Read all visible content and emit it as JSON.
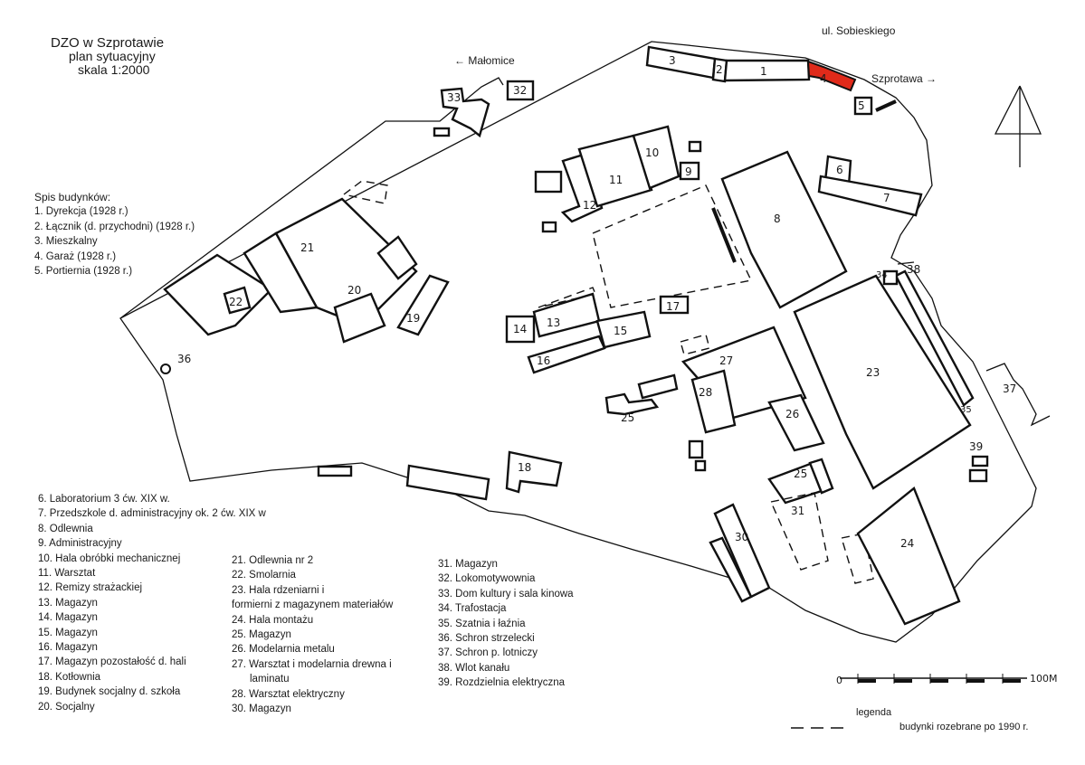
{
  "title": {
    "line1": "DZO w Szprotawie",
    "line2": "plan sytuacyjny",
    "line3": "skala 1:2000"
  },
  "street_label": "ul. Sobieskiego",
  "direction_left": "← Małomice",
  "direction_right": "Szprotawa →",
  "legend": {
    "heading": "Spis budynków:",
    "col1a": [
      "1. Dyrekcja (1928 r.)",
      "2. Łącznik (d. przychodni) (1928 r.)",
      "3. Mieszkalny",
      "4. Garaż (1928 r.)",
      "5. Portiernia (1928 r.)"
    ],
    "col1b": [
      "6. Laboratorium 3 ćw. XIX w.",
      "7. Przedszkole d. administracyjny ok. 2 ćw. XIX w",
      "8. Odlewnia",
      "9. Administracyjny",
      "10. Hala obróbki mechanicznej",
      "11. Warsztat",
      "12. Remizy strażackiej",
      "13. Magazyn",
      "14. Magazyn",
      "15. Magazyn",
      "16. Magazyn",
      "17. Magazyn pozostałość d. hali",
      "18. Kotłownia",
      "19. Budynek socjalny d. szkoła",
      "20. Socjalny"
    ],
    "col2": [
      "21. Odlewnia nr 2",
      "22. Smolarnia",
      "23. Hala rdzeniarni i",
      "formierni z magazynem materiałów",
      "24. Hala montażu",
      "25. Magazyn",
      "26. Modelarnia metalu",
      "27. Warsztat i modelarnia drewna i",
      "laminatu",
      "28. Warsztat elektryczny",
      "30. Magazyn"
    ],
    "col3": [
      "31. Magazyn",
      "32. Lokomotywownia",
      "33. Dom kultury i sala kinowa",
      "34. Trafostacja",
      "35. Szatnia i łaźnia",
      "36. Schron strzelecki",
      "37. Schron p. lotniczy",
      "38. Wlot kanału",
      "39. Rozdzielnia elektryczna"
    ]
  },
  "scale_bar": {
    "start": "0",
    "end": "100M"
  },
  "key": {
    "heading": "legenda",
    "demolished": "budynki rozebrane po 1990 r."
  },
  "building_labels": [
    "1",
    "2",
    "3",
    "4",
    "5",
    "6",
    "7",
    "8",
    "9",
    "10",
    "11",
    "12",
    "13",
    "14",
    "15",
    "16",
    "17",
    "18",
    "19",
    "20",
    "21",
    "22",
    "23",
    "24",
    "25",
    "26",
    "27",
    "28",
    "30",
    "31",
    "32",
    "33",
    "34",
    "35",
    "36",
    "37",
    "38",
    "39",
    "25"
  ],
  "colors": {
    "highlight": "#e02a1a",
    "ink": "#111111",
    "paper": "#ffffff"
  }
}
